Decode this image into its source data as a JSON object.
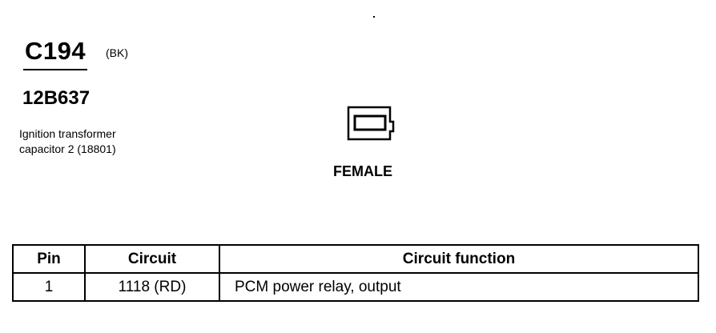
{
  "connector": {
    "id": "C194",
    "color_code": "(BK)",
    "part_number": "12B637",
    "description_lines": [
      "Ignition transformer",
      "capacitor 2 (18801)"
    ],
    "gender": "FEMALE"
  },
  "table": {
    "headers": [
      "Pin",
      "Circuit",
      "Circuit function"
    ],
    "rows": [
      {
        "pin": "1",
        "circuit": "1118 (RD)",
        "function": "PCM power relay, output"
      }
    ]
  },
  "icons": {
    "connector_face": "female-connector-face-icon"
  }
}
